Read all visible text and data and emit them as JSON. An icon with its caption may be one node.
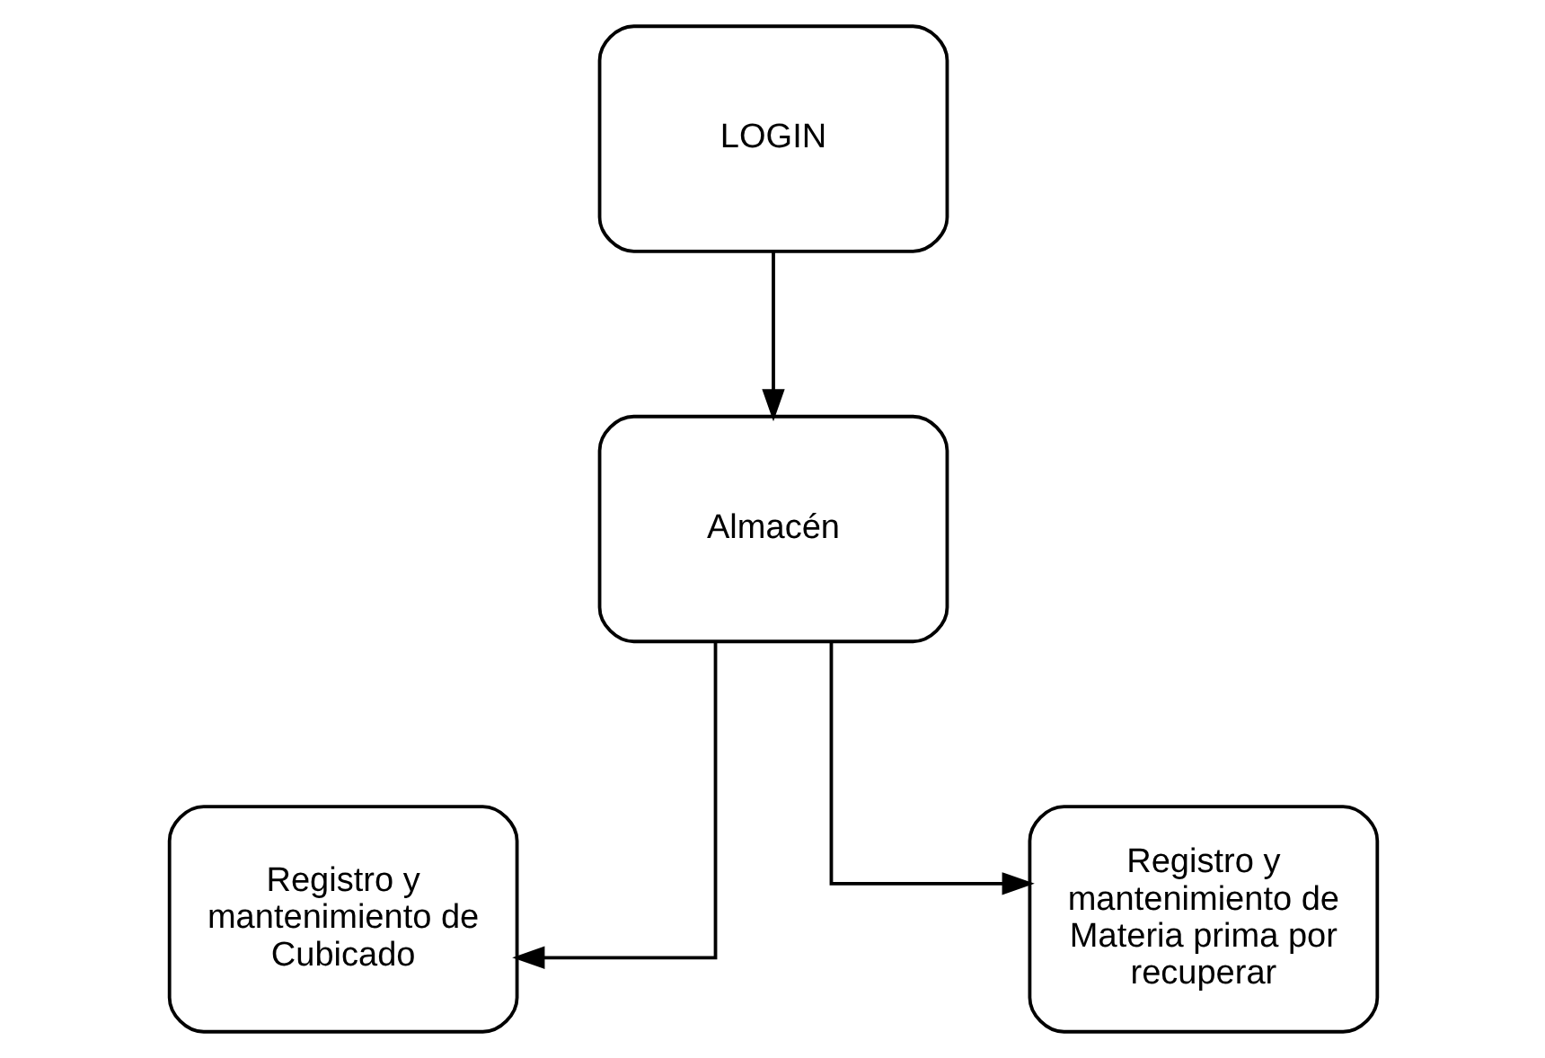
{
  "diagram": {
    "nodes": [
      {
        "text": [
          "LOGIN"
        ]
      },
      {
        "text": [
          "Almacén"
        ]
      },
      {
        "text": [
          "Registro y mantenimiento de Cubicado"
        ]
      },
      {
        "text": [
          "Registro y mantenimiento de Materia prima por recuperar"
        ]
      }
    ],
    "edges": [
      {
        "from": 0,
        "to": 1,
        "arrow": "to"
      },
      {
        "from": 1,
        "to": 2,
        "arrow": "to"
      },
      {
        "from": 1,
        "to": 3,
        "arrow": "to"
      }
    ]
  }
}
